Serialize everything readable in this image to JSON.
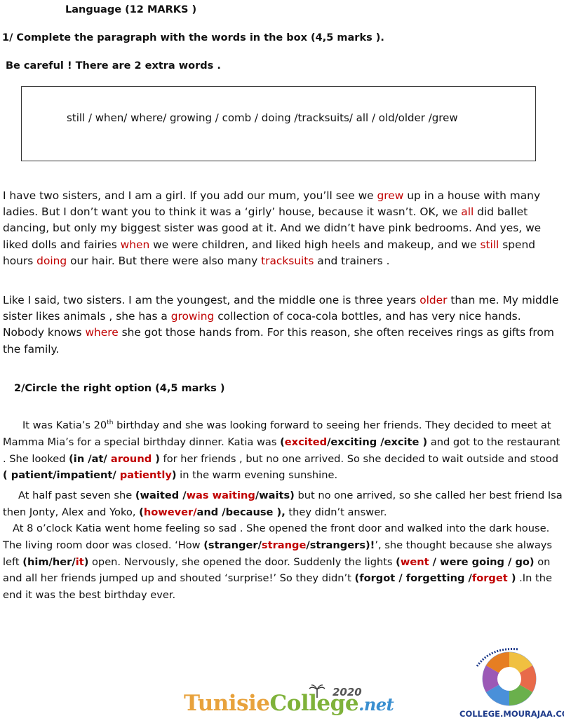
{
  "header": {
    "title": "Language (12 MARKS )"
  },
  "exercise1": {
    "instruction": "1/ Complete the paragraph with the words in the box (4,5 marks ).",
    "warning": "Be careful ! There are 2 extra words .",
    "word_box": "still / when/  where/ growing / comb / doing /tracksuits/ all / old/older /grew",
    "paragraph1": [
      " I have two sisters, and I am a girl. If you add our mum, you’ll see we ",
      "grew",
      " up in a house with many ladies. But I don’t want you to think it was a ‘girly’ house, because it wasn’t. OK, we ",
      "all",
      " did ballet dancing, but only my biggest sister was  good at it. And we didn’t have pink bedrooms. And yes, we liked dolls and fairies  ",
      "when",
      " we were children, and  liked high heels and makeup, and we ",
      "still",
      " spend hours ",
      "doing",
      " our hair. But there were also many ",
      "tracksuits",
      " and trainers ."
    ],
    "paragraph2": [
      " Like I said, two sisters. I am the youngest, and the middle one is three years ",
      "older",
      " than me. My middle sister likes animals , she has a ",
      "growing",
      " collection of coca-cola bottles, and has very nice hands. Nobody knows ",
      "where",
      " she got those hands from. For this reason, she often receives rings as gifts from the family."
    ]
  },
  "exercise2": {
    "instruction": "2/Circle the right option (4,5 marks )",
    "s": {
      "a1": "It was Katia’s 20",
      "a_sup": "th",
      "a2": " birthday and she was looking forward to seeing her friends. They decided to meet at Mamma Mia’s for a special birthday dinner. Katia was ",
      "o1_open": "(",
      "o1_red": "excited",
      "o1_rest": "/exciting /excite )",
      "a3": " and got to the restaurant . She looked ",
      "o2_black": " (in /at/ ",
      "o2_red": "around",
      "o2_close": " )",
      "a4": " for her friends , but no one arrived. So she decided to wait outside and stood ",
      "o3_black": " ( patient/impatient/ ",
      "o3_red": "patiently",
      "o3_close": ")",
      "a5": " in the warm evening sunshine.",
      "b1": "At half past seven she ",
      "o4_black1": "(waited /",
      "o4_red": "was waiting",
      "o4_black2": "/waits)",
      "b2": " but no one arrived, so she called her best friend Isa then Jonty, Alex and Yoko, ",
      "o5_black1": "(",
      "o5_red": "however/",
      "o5_black2": "and /because ),",
      "b3": " they didn’t answer.",
      "c1": "At 8 o’clock Katia went home feeling so sad . She opened the front door and walked into the dark house. The living room door was closed. ‘How ",
      "o6_black1": "(stranger/",
      "o6_red": "strange",
      "o6_black2": "/strangers)!",
      "c2": "’, she thought because she always left ",
      "o7_black1": "(him/her/",
      "o7_red": "it",
      "o7_black2": ")",
      "c3": " open. Nervously, she opened the door. Suddenly the lights ",
      "o8_black1": "(",
      "o8_red": "went",
      "o8_black2": " / were going / go)",
      "c4": " on and all her friends jumped up and shouted ‘surprise!’ So they didn’t ",
      "o9_black1": "(forgot / forgetting /",
      "o9_red": "forget",
      "o9_black2": " )",
      "c5": " .In the end it was the best birthday ever."
    }
  },
  "footer": {
    "logo_part1": "Tunisie",
    "logo_part2": "College",
    "logo_part3": ".net",
    "logo_year": "2020",
    "badge_url": "COLLEGE.MOURAJAA.COM",
    "colors": {
      "answer_red": "#c00000",
      "logo_orange": "#e8a23c",
      "logo_green": "#7fb23a",
      "logo_blue": "#3a8fd0"
    }
  }
}
